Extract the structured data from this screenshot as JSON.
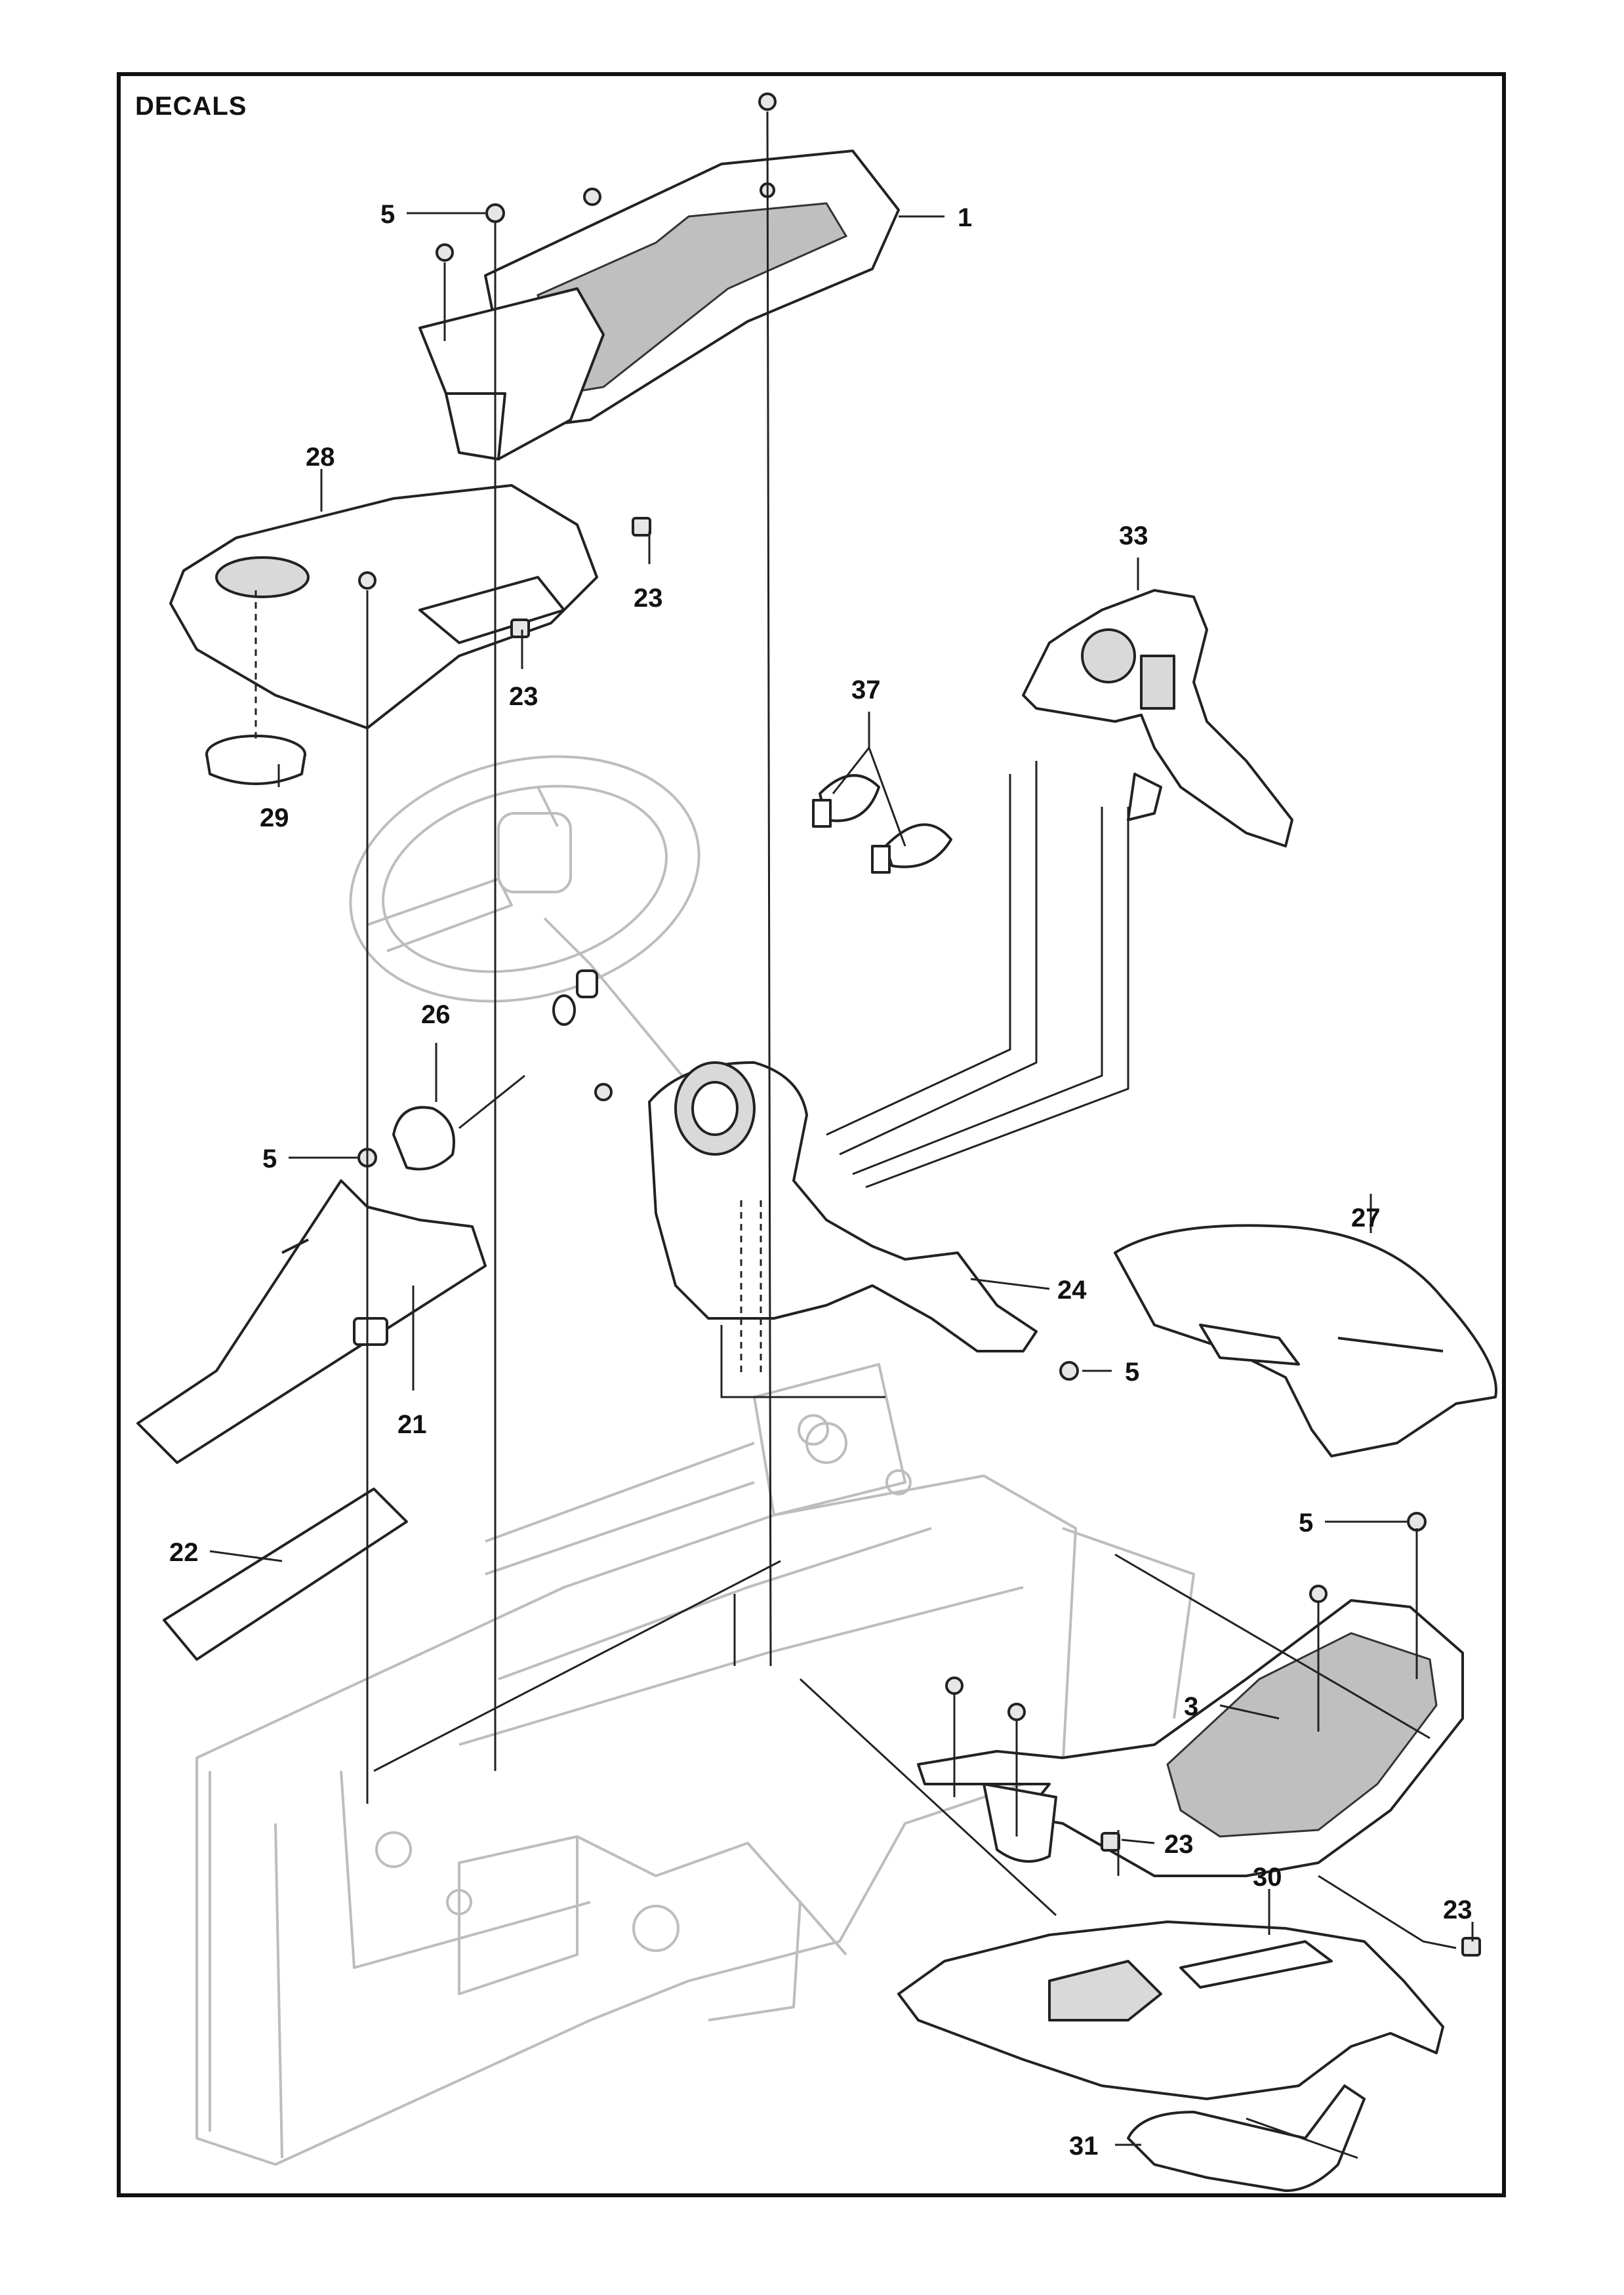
{
  "heading": "DECALS",
  "callouts": [
    "1",
    "3",
    "5",
    "21",
    "22",
    "23",
    "24",
    "26",
    "27",
    "28",
    "29",
    "30",
    "31",
    "33",
    "37"
  ]
}
